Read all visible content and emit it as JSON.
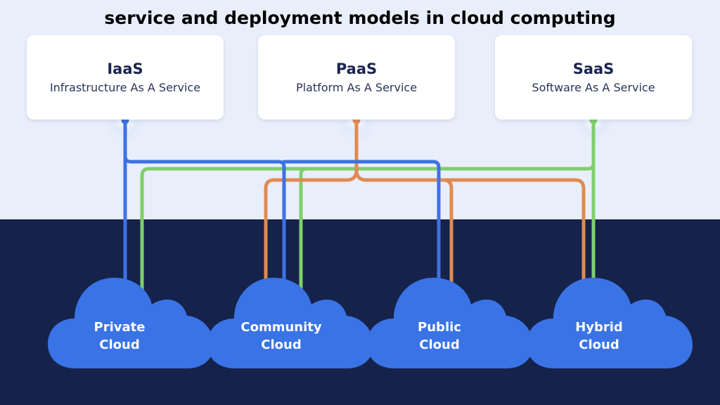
{
  "title": "service and deployment models in cloud computing",
  "colors": {
    "top_background": "#e9eefb",
    "bottom_background": "#15224a",
    "iaas": "#3d72e3",
    "paas": "#e08a52",
    "saas": "#7fcf6d",
    "cloud_fill": "#3a73e5"
  },
  "service_models": [
    {
      "name": "IaaS",
      "description": "Infrastructure As A Service",
      "color": "#3d72e3"
    },
    {
      "name": "PaaS",
      "description": "Platform As A Service",
      "color": "#e08a52"
    },
    {
      "name": "SaaS",
      "description": "Software As A Service",
      "color": "#7fcf6d"
    }
  ],
  "deployment_models": [
    {
      "line1": "Private",
      "line2": "Cloud"
    },
    {
      "line1": "Community",
      "line2": "Cloud"
    },
    {
      "line1": "Public",
      "line2": "Cloud"
    },
    {
      "line1": "Hybrid",
      "line2": "Cloud"
    }
  ],
  "connections": [
    {
      "from": "IaaS",
      "to": [
        "Private Cloud",
        "Community Cloud",
        "Public Cloud"
      ]
    },
    {
      "from": "PaaS",
      "to": [
        "Community Cloud",
        "Public Cloud",
        "Hybrid Cloud"
      ]
    },
    {
      "from": "SaaS",
      "to": [
        "Private Cloud",
        "Community Cloud",
        "Hybrid Cloud"
      ]
    }
  ]
}
